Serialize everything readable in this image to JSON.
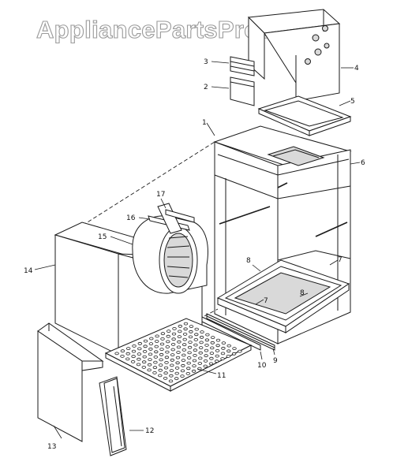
{
  "watermark": "AppliancePartsPros.com",
  "callouts": {
    "c1": "1",
    "c2": "2",
    "c3": "3",
    "c4": "4",
    "c5": "5",
    "c6": "6",
    "c7a": "7",
    "c7b": "7",
    "c8a": "8",
    "c8b": "8",
    "c9": "9",
    "c10": "10",
    "c11": "11",
    "c12": "12",
    "c13": "13",
    "c14": "14",
    "c16": "16",
    "c17": "17"
  }
}
